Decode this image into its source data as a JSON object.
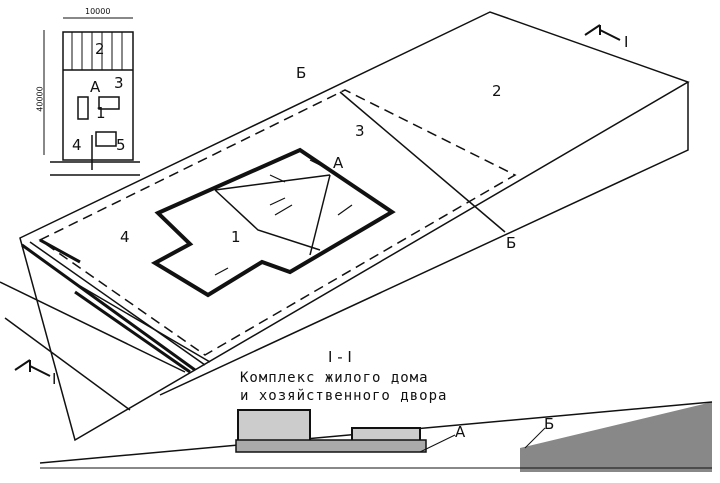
{
  "inset": {
    "dim_width": "10000",
    "dim_length": "40000",
    "zones": [
      "2",
      "3",
      "1",
      "4",
      "5"
    ],
    "point_a": "А"
  },
  "plan": {
    "zone_labels": [
      "1",
      "2",
      "3",
      "4"
    ],
    "point_a": "А",
    "point_b_top": "Б",
    "point_b_right": "Б",
    "section_mark_top": "I",
    "section_mark_bottom": "I"
  },
  "section": {
    "title": "I - I",
    "caption_line1": "Комплекс жилого дома",
    "caption_line2": "и хозяйственного двора",
    "point_a": "А",
    "point_b": "Б"
  }
}
